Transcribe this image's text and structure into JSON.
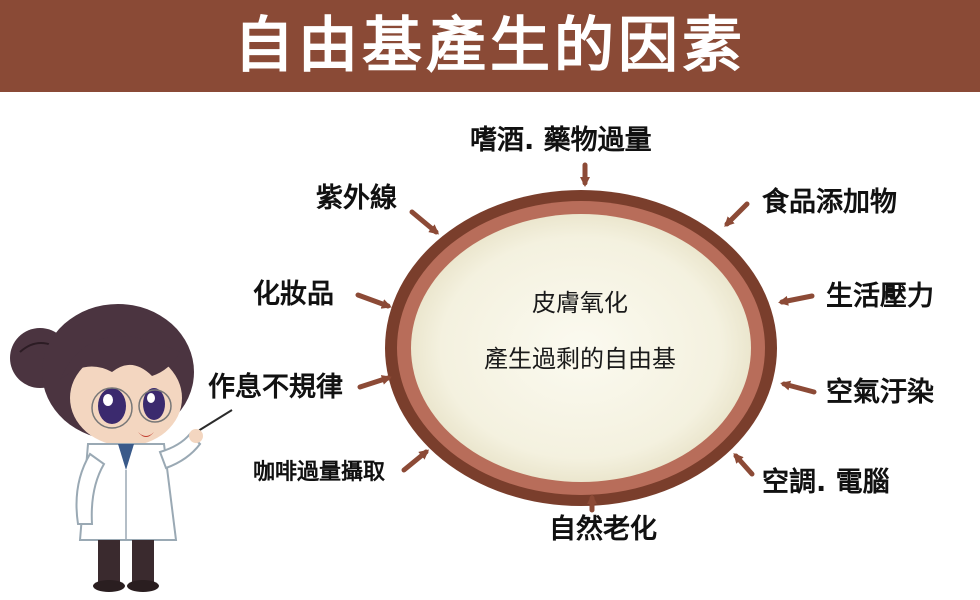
{
  "title": "自由基產生的因素",
  "center": {
    "line1": "皮膚氧化",
    "line2": "產生過剩的自由基"
  },
  "factors": {
    "top": "嗜酒. 藥物過量",
    "uv": "紫外線",
    "additives": "食品添加物",
    "cosmetics": "化妝品",
    "stress": "生活壓力",
    "irregular": "作息不規律",
    "pollution": "空氣汙染",
    "coffee": "咖啡過量攝取",
    "ac_computer": "空調. 電腦",
    "aging": "自然老化"
  },
  "colors": {
    "banner": "#8a4a36",
    "ring_outer": "#7a3e2c",
    "ring_mid": "#b86d5a",
    "core": "#f7f5e8",
    "arrow": "#8c4a36"
  }
}
